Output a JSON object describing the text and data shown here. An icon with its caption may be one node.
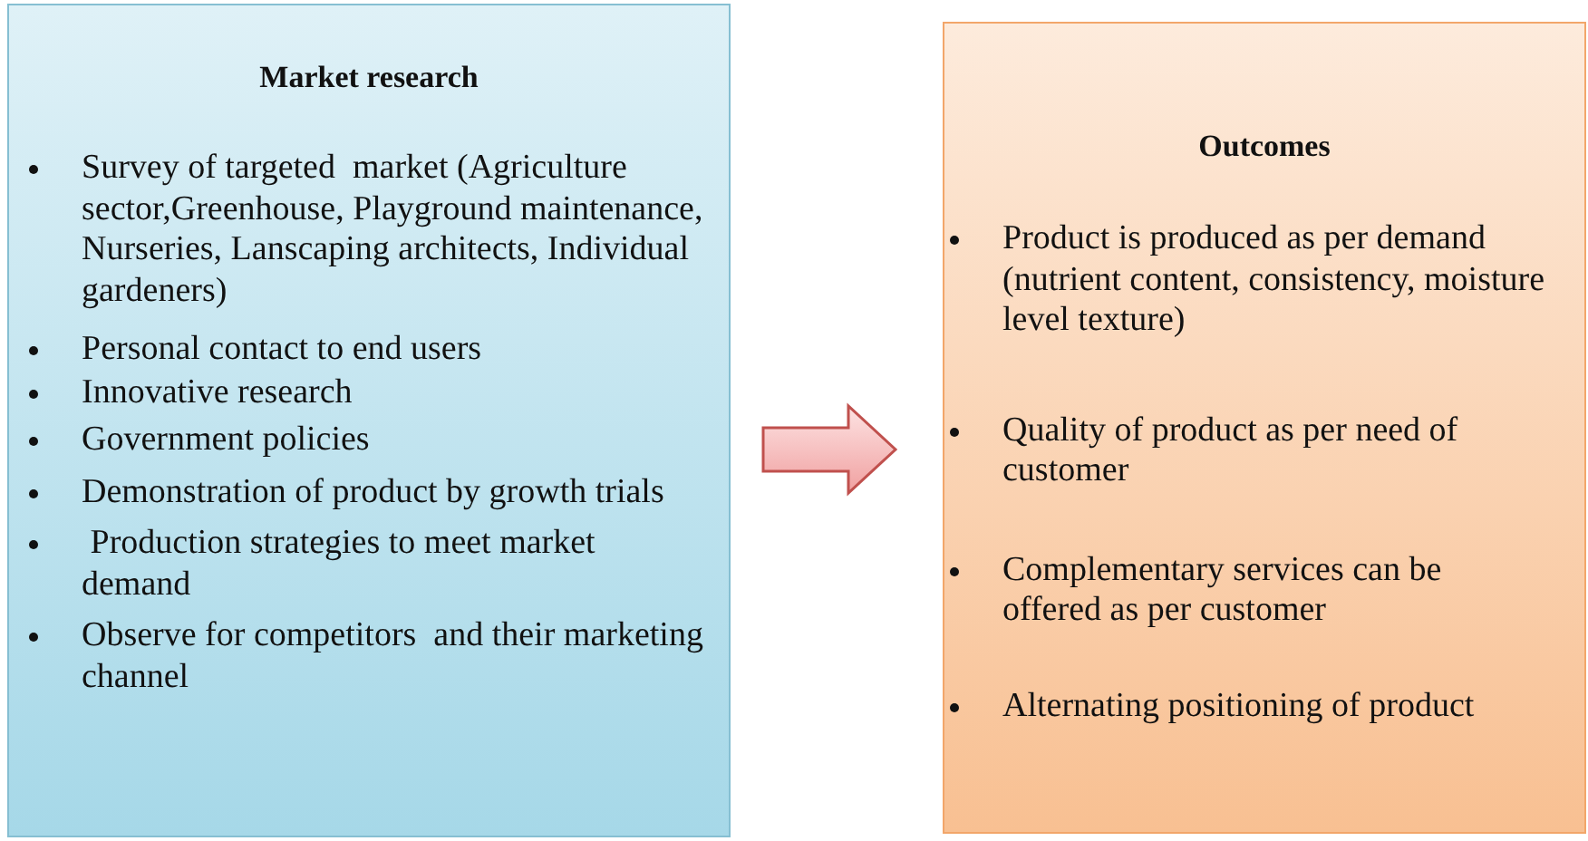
{
  "diagram": {
    "nodes": [
      {
        "text": [
          "Market research",
          "Survey of targeted  market (Agriculture sector,Greenhouse, Playground maintenance, Nurseries, Lanscaping architects, Individual gardeners)",
          "Personal contact to end users",
          "Innovative research",
          "Government policies",
          "Demonstration of product by growth trials",
          " Production strategies to meet market demand",
          "Observe for competitors  and their marketing  channel"
        ]
      },
      {
        "text": [
          "Outcomes",
          "Product is produced as per demand (nutrient content, consistency, moisture level texture)",
          "Quality of product as per need of customer",
          "Complementary services can be offered as per customer",
          "Alternating positioning of product"
        ]
      }
    ],
    "edges": [
      {
        "from": 0,
        "to": 1,
        "arrow": "to"
      }
    ]
  }
}
